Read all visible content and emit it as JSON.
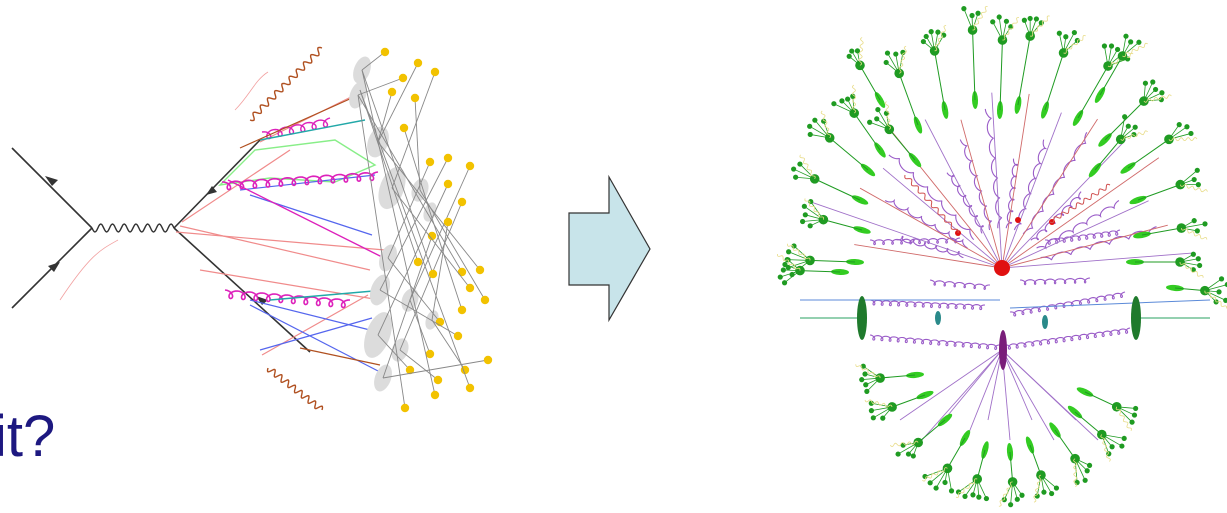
{
  "caption": "it?",
  "colors": {
    "caption": "#1d1880",
    "arrow_fill": "#c8e4ea",
    "arrow_stroke": "#333333",
    "hadron": "#dcdcdc",
    "final_particle": "#f2c200",
    "green_particle": "#1f9b22",
    "green_cluster": "#33cc22",
    "red_vertex": "#e01010",
    "purple_gluon": "#9a5cc8",
    "magenta_gluon": "#dd22bb",
    "cyan_quark": "#22a8a8",
    "photon": "#b05020",
    "yellow_wisp": "#e8dc88"
  },
  "left_diagram": {
    "name": "parton-shower-feynman-diagram"
  },
  "center_arrow": {
    "name": "transformation-arrow"
  },
  "right_diagram": {
    "name": "hadronized-event-tree"
  }
}
